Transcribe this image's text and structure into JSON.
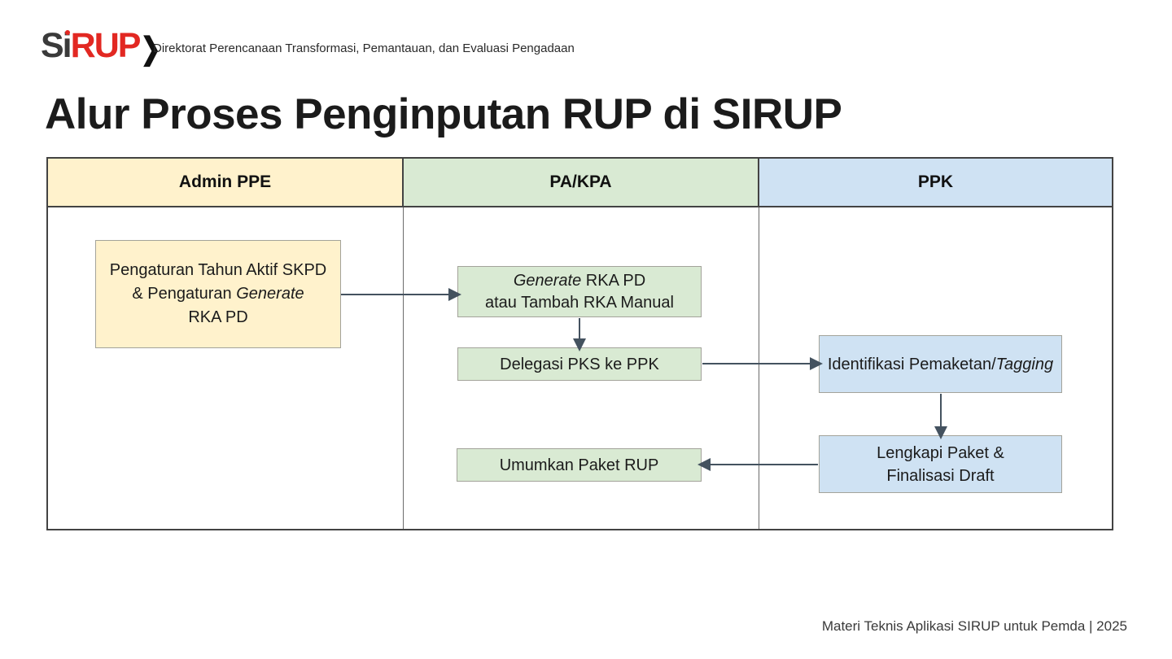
{
  "logo": {
    "si": "Si",
    "rup": "RUP",
    "chevron": "❯"
  },
  "header": {
    "org_line": "Direktorat Perencanaan Transformasi, Pemantauan, dan Evaluasi Pengadaan"
  },
  "title": "Alur Proses Penginputan RUP di SIRUP",
  "swimlanes": {
    "columns": [
      {
        "label": "Admin PPE",
        "fill": "#fff2cc"
      },
      {
        "label": "PA/KPA",
        "fill": "#d9ead3"
      },
      {
        "label": "PPK",
        "fill": "#cfe2f3"
      }
    ]
  },
  "flow": {
    "admin_box": {
      "line1": "Pengaturan Tahun Aktif SKPD",
      "line2_text": "& Pengaturan ",
      "line2_italic": "Generate",
      "line3": "RKA PD",
      "fill": "#fff2cc",
      "lane": "Admin PPE"
    },
    "generate_box": {
      "line1_italic": "Generate",
      "line1_text": " RKA PD",
      "line2": "atau Tambah RKA Manual",
      "fill": "#d9ead3",
      "lane": "PA/KPA"
    },
    "delegasi_box": {
      "label": "Delegasi PKS ke PPK",
      "fill": "#d9ead3",
      "lane": "PA/KPA"
    },
    "umumkan_box": {
      "label": "Umumkan Paket RUP",
      "fill": "#d9ead3",
      "lane": "PA/KPA"
    },
    "identifikasi_box": {
      "text": "Identifikasi Pemaketan/",
      "italic": "Tagging",
      "fill": "#cfe2f3",
      "lane": "PPK"
    },
    "lengkapi_box": {
      "line1": "Lengkapi Paket &",
      "line2": "Finalisasi Draft",
      "fill": "#cfe2f3",
      "lane": "PPK"
    }
  },
  "connections": [
    {
      "from": "admin_box",
      "to": "generate_box"
    },
    {
      "from": "generate_box",
      "to": "delegasi_box"
    },
    {
      "from": "delegasi_box",
      "to": "identifikasi_box"
    },
    {
      "from": "identifikasi_box",
      "to": "lengkapi_box"
    },
    {
      "from": "lengkapi_box",
      "to": "umumkan_box"
    }
  ],
  "footer": {
    "caption": "Materi Teknis Aplikasi SIRUP untuk Pemda | 2025"
  },
  "colors": {
    "accent_red": "#e22822",
    "arrow": "#44525f",
    "box_border": "#a3a39a",
    "table_border": "#434343",
    "lane_yellow": "#fff2cc",
    "lane_green": "#d9ead3",
    "lane_blue": "#cfe2f3"
  }
}
